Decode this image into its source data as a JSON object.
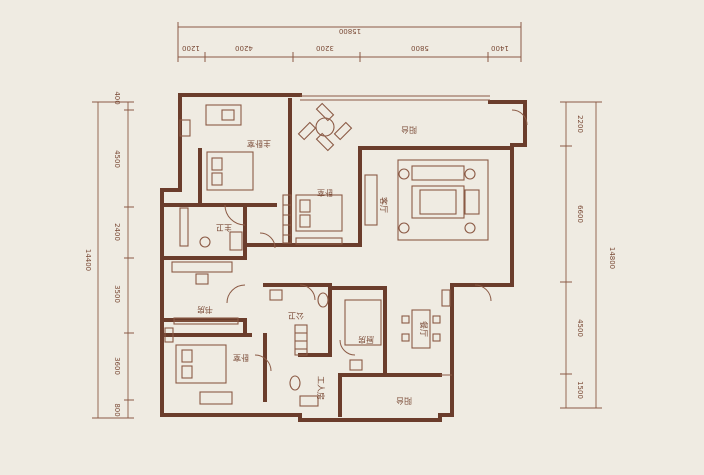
{
  "dimensions": {
    "top_total": "15800",
    "top_segments": [
      "1200",
      "4200",
      "3200",
      "5800",
      "1400"
    ],
    "left_total": "14400",
    "left_segments": [
      "400",
      "4500",
      "2400",
      "3500",
      "3600",
      "800"
    ],
    "right_total": "14800",
    "right_segments": [
      "2200",
      "6600",
      "4500",
      "1500"
    ]
  },
  "rooms": {
    "master_bedroom": "主卧室",
    "bedroom_upper": "卧室",
    "living_room": "客厅",
    "balcony_top": "阳台",
    "master_bath": "主卫",
    "study": "书房",
    "bedroom_lower": "卧室",
    "bath_public": "公卫",
    "kitchen": "厨房",
    "dining_room": "餐厅",
    "balcony_bottom": "阳台",
    "maid_room": "工人房"
  }
}
